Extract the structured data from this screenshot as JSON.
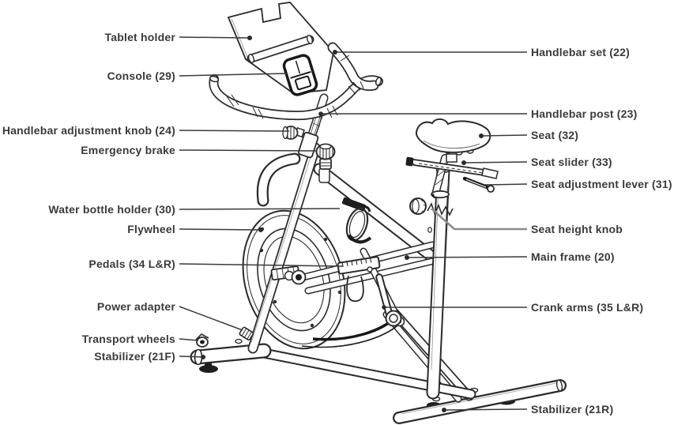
{
  "diagram": {
    "type": "exercise-bike-parts-diagram",
    "labels_left": [
      {
        "id": "tablet-holder",
        "text": "Tablet holder"
      },
      {
        "id": "console",
        "text": "Console (29)"
      },
      {
        "id": "handlebar-adjustment-knob",
        "text": "Handlebar adjustment knob (24)"
      },
      {
        "id": "emergency-brake",
        "text": "Emergency brake"
      },
      {
        "id": "water-bottle-holder",
        "text": "Water bottle holder (30)"
      },
      {
        "id": "flywheel",
        "text": "Flywheel"
      },
      {
        "id": "pedals",
        "text": "Pedals (34 L&R)"
      },
      {
        "id": "power-adapter",
        "text": "Power adapter"
      },
      {
        "id": "transport-wheels",
        "text": "Transport wheels"
      },
      {
        "id": "stabilizer-front",
        "text": "Stabilizer (21F)"
      }
    ],
    "labels_right": [
      {
        "id": "handlebar-set",
        "text": "Handlebar set (22)"
      },
      {
        "id": "handlebar-post",
        "text": "Handlebar post (23)"
      },
      {
        "id": "seat",
        "text": "Seat (32)"
      },
      {
        "id": "seat-slider",
        "text": "Seat slider (33)"
      },
      {
        "id": "seat-adjustment-lever",
        "text": "Seat adjustment lever (31)"
      },
      {
        "id": "seat-height-knob",
        "text": "Seat height knob"
      },
      {
        "id": "main-frame",
        "text": "Main frame (20)"
      },
      {
        "id": "crank-arms",
        "text": "Crank arms (35 L&R)"
      },
      {
        "id": "stabilizer-rear",
        "text": "Stabilizer (21R)"
      }
    ],
    "colors": {
      "background": "#ffffff",
      "line_art": "#2b2b2b",
      "leader_line": "#3a3a3a",
      "leader_line_muted": "#8c8c8c",
      "label_text": "#3a3a3a"
    }
  }
}
